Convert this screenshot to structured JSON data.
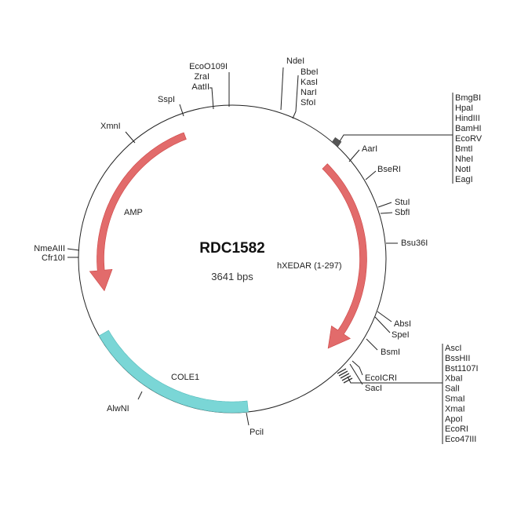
{
  "plasmid": {
    "name": "RDC1582",
    "size": "3641 bps"
  },
  "features": {
    "amp": {
      "label": "AMP",
      "color": "#e26b6b"
    },
    "hxedar": {
      "label": "hXEDAR (1-297)",
      "color": "#e26b6b"
    },
    "cole1": {
      "label": "COLE1",
      "color": "#7ad6d6"
    }
  },
  "sites": {
    "xmni": "XmnI",
    "sspi": "SspI",
    "eco0109i": "EcoO109I",
    "zrai": "ZraI",
    "aatii": "AatII",
    "ndei": "NdeI",
    "bbei": "BbeI",
    "kasi": "KasI",
    "nari": "NarI",
    "sfoi": "SfoI",
    "aari": "AarI",
    "bseri": "BseRI",
    "stui": "StuI",
    "sbfi": "SbfI",
    "bsu36i": "Bsu36I",
    "absi": "AbsI",
    "spei": "SpeI",
    "bsmi": "BsmI",
    "ecoicri": "EcoICRI",
    "saci": "SacI",
    "pcii": "PciI",
    "alwni": "AlwNI",
    "nmeaiii": "NmeAIII",
    "cfr10i": "Cfr10I"
  },
  "mcs1": [
    "BmgBI",
    "HpaI",
    "HindIII",
    "BamHI",
    "EcoRV",
    "BmtI",
    "NheI",
    "NotI",
    "EagI"
  ],
  "mcs2": [
    "AscI",
    "BssHII",
    "Bst1107I",
    "XbaI",
    "SalI",
    "SmaI",
    "XmaI",
    "ApoI",
    "EcoRI",
    "Eco47III"
  ]
}
